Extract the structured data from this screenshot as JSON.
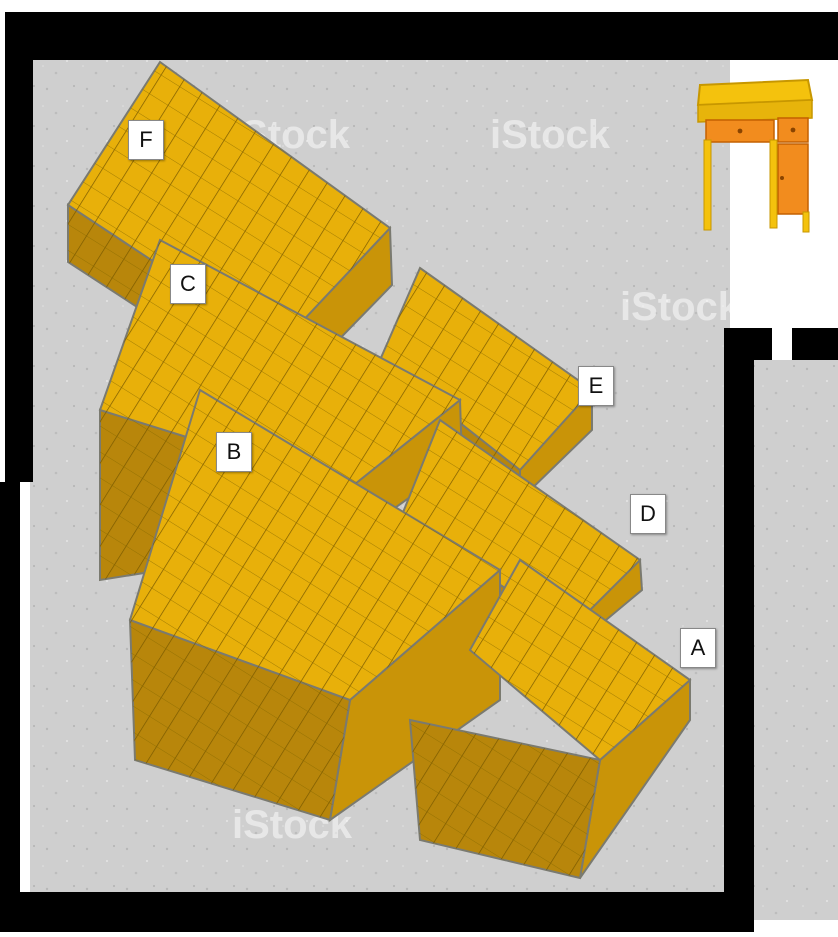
{
  "watermark": "iStock",
  "colors": {
    "wall": "#000000",
    "floor": "#cfcfcf",
    "shelf_top": "#e8b00a",
    "shelf_side": "#c99408",
    "shelf_front": "#b8860b",
    "rack_frame": "#7a7a70",
    "desk_top": "#f4c20d",
    "desk_drawer": "#f28c1e"
  },
  "racks": [
    {
      "id": "A",
      "label": "A"
    },
    {
      "id": "B",
      "label": "B"
    },
    {
      "id": "C",
      "label": "C"
    },
    {
      "id": "D",
      "label": "D"
    },
    {
      "id": "E",
      "label": "E"
    },
    {
      "id": "F",
      "label": "F"
    }
  ]
}
